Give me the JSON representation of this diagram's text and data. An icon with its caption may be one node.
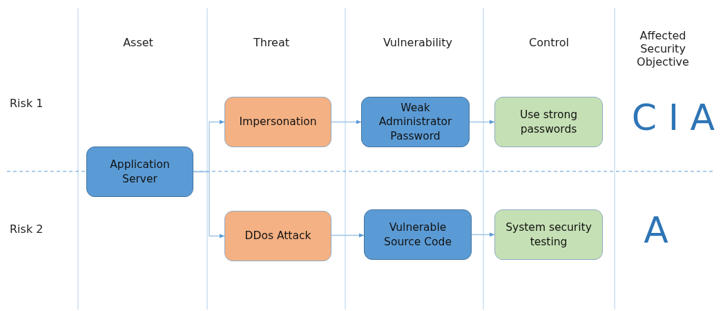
{
  "diagram": {
    "nodes": [
      {
        "text": [
          "Application Server"
        ]
      },
      {
        "text": [
          "Impersonation"
        ]
      },
      {
        "text": [
          "Weak Administrator Password"
        ]
      },
      {
        "text": [
          "Use strong passwords"
        ]
      },
      {
        "text": [
          "DDos Attack"
        ]
      },
      {
        "text": [
          "Vulnerable Source Code"
        ]
      },
      {
        "text": [
          "System security testing"
        ]
      }
    ],
    "edges": [
      {
        "from": 0,
        "to": 1,
        "arrow": "to"
      },
      {
        "from": 0,
        "to": 4,
        "arrow": "to"
      },
      {
        "from": 1,
        "to": 2,
        "arrow": "to"
      },
      {
        "from": 2,
        "to": 3,
        "arrow": "to"
      },
      {
        "from": 4,
        "to": 5,
        "arrow": "to"
      },
      {
        "from": 5,
        "to": 6,
        "arrow": "to"
      }
    ],
    "labels": [
      "Asset",
      "Threat",
      "Vulnerability",
      "Control",
      "Affected Security Objective",
      "Risk 1",
      "C I A",
      "Risk 2",
      "A"
    ]
  }
}
